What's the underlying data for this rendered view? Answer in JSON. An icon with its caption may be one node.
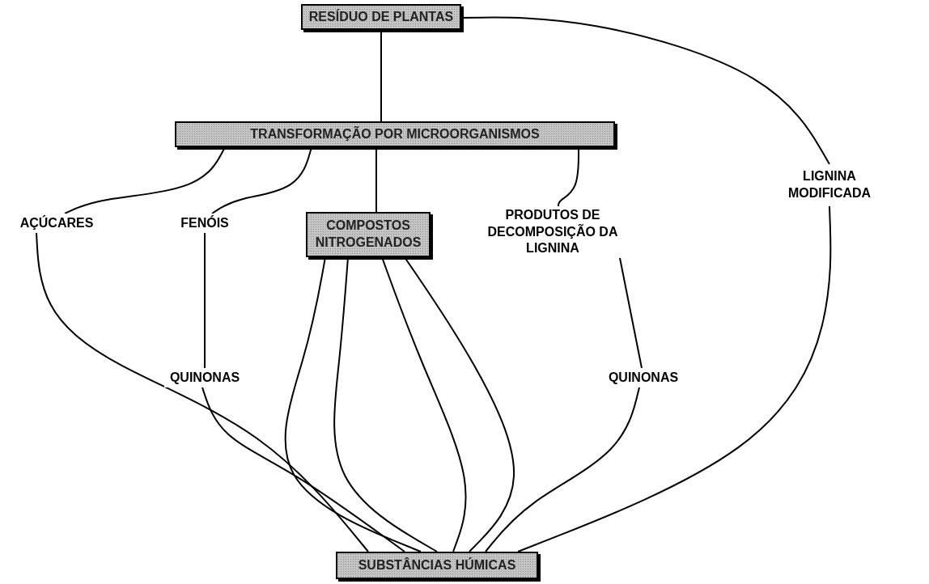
{
  "diagram": {
    "nodes": [
      {
        "text": [
          "RESÍDUO DE PLANTAS"
        ]
      },
      {
        "text": [
          "TRANSFORMAÇÃO POR MICROORGANISMOS"
        ]
      },
      {
        "text": [
          "AÇÚCARES"
        ]
      },
      {
        "text": [
          "FENÓIS"
        ]
      },
      {
        "text": [
          "COMPOSTOS NITROGENADOS"
        ]
      },
      {
        "text": [
          "PRODUTOS DE DECOMPOSIÇÃO DA LIGNINA"
        ]
      },
      {
        "text": [
          "LIGNINA MODIFICADA"
        ]
      },
      {
        "text": [
          "QUINONAS"
        ]
      },
      {
        "text": [
          "QUINONAS"
        ]
      },
      {
        "text": [
          "SUBSTÂNCIAS HÚMICAS"
        ]
      }
    ],
    "edges": [
      {
        "from": 0,
        "to": 1,
        "arrow": "none"
      },
      {
        "from": 0,
        "to": 6,
        "arrow": "none"
      },
      {
        "from": 1,
        "to": 2,
        "arrow": "none"
      },
      {
        "from": 1,
        "to": 3,
        "arrow": "none"
      },
      {
        "from": 1,
        "to": 4,
        "arrow": "none"
      },
      {
        "from": 1,
        "to": 5,
        "arrow": "none"
      },
      {
        "from": 3,
        "to": 7,
        "arrow": "none"
      },
      {
        "from": 5,
        "to": 8,
        "arrow": "none"
      },
      {
        "from": 2,
        "to": 9,
        "arrow": "none"
      },
      {
        "from": 7,
        "to": 9,
        "arrow": "none"
      },
      {
        "from": 4,
        "to": 9,
        "arrow": "none"
      },
      {
        "from": 4,
        "to": 9,
        "arrow": "none"
      },
      {
        "from": 4,
        "to": 9,
        "arrow": "none"
      },
      {
        "from": 4,
        "to": 9,
        "arrow": "none"
      },
      {
        "from": 8,
        "to": 9,
        "arrow": "none"
      },
      {
        "from": 6,
        "to": 9,
        "arrow": "none"
      }
    ]
  }
}
